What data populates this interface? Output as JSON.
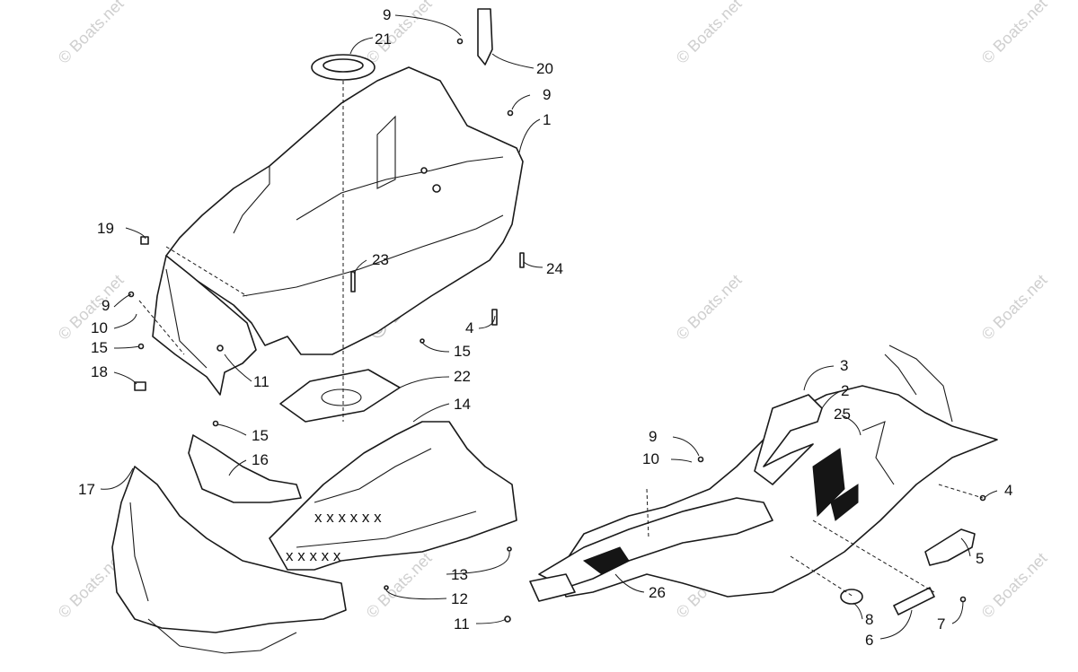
{
  "watermark": {
    "text": "© Boats.net",
    "center_text": "© Boats.net"
  },
  "callouts": [
    {
      "id": "c9a",
      "label": "9"
    },
    {
      "id": "c21",
      "label": "21"
    },
    {
      "id": "c20",
      "label": "20"
    },
    {
      "id": "c9b",
      "label": "9"
    },
    {
      "id": "c1",
      "label": "1"
    },
    {
      "id": "c19",
      "label": "19"
    },
    {
      "id": "c23",
      "label": "23"
    },
    {
      "id": "c24",
      "label": "24"
    },
    {
      "id": "c9c",
      "label": "9"
    },
    {
      "id": "c10a",
      "label": "10"
    },
    {
      "id": "c15a",
      "label": "15"
    },
    {
      "id": "c4a",
      "label": "4"
    },
    {
      "id": "c15b",
      "label": "15"
    },
    {
      "id": "c18",
      "label": "18"
    },
    {
      "id": "c11a",
      "label": "11"
    },
    {
      "id": "c22",
      "label": "22"
    },
    {
      "id": "c14",
      "label": "14"
    },
    {
      "id": "c15c",
      "label": "15"
    },
    {
      "id": "c16",
      "label": "16"
    },
    {
      "id": "c17",
      "label": "17"
    },
    {
      "id": "c13",
      "label": "13"
    },
    {
      "id": "c12",
      "label": "12"
    },
    {
      "id": "c11b",
      "label": "11"
    },
    {
      "id": "c3",
      "label": "3"
    },
    {
      "id": "c2",
      "label": "2"
    },
    {
      "id": "c25",
      "label": "25"
    },
    {
      "id": "c9d",
      "label": "9"
    },
    {
      "id": "c10b",
      "label": "10"
    },
    {
      "id": "c4b",
      "label": "4"
    },
    {
      "id": "c5",
      "label": "5"
    },
    {
      "id": "c26",
      "label": "26"
    },
    {
      "id": "c8",
      "label": "8"
    },
    {
      "id": "c6",
      "label": "6"
    },
    {
      "id": "c7",
      "label": "7"
    }
  ]
}
